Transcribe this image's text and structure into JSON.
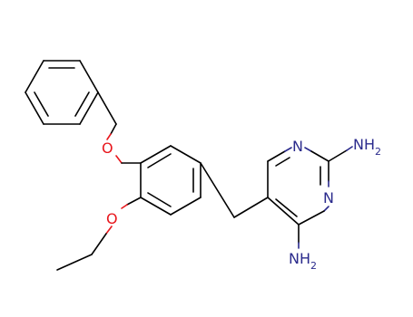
{
  "molecule": {
    "colors": {
      "bond": "#000000",
      "oxygen": "#e8161c",
      "nitrogen": "#2a2a8c",
      "background": "#ffffff"
    },
    "atoms": {
      "o_benzyloxy": "O",
      "o_ethoxy": "O",
      "n_ring_1": "N",
      "n_ring_3": "N",
      "nh2_top": {
        "element": "NH",
        "subscript": "2"
      },
      "nh2_bottom": {
        "element": "NH",
        "subscript": "2"
      }
    }
  }
}
